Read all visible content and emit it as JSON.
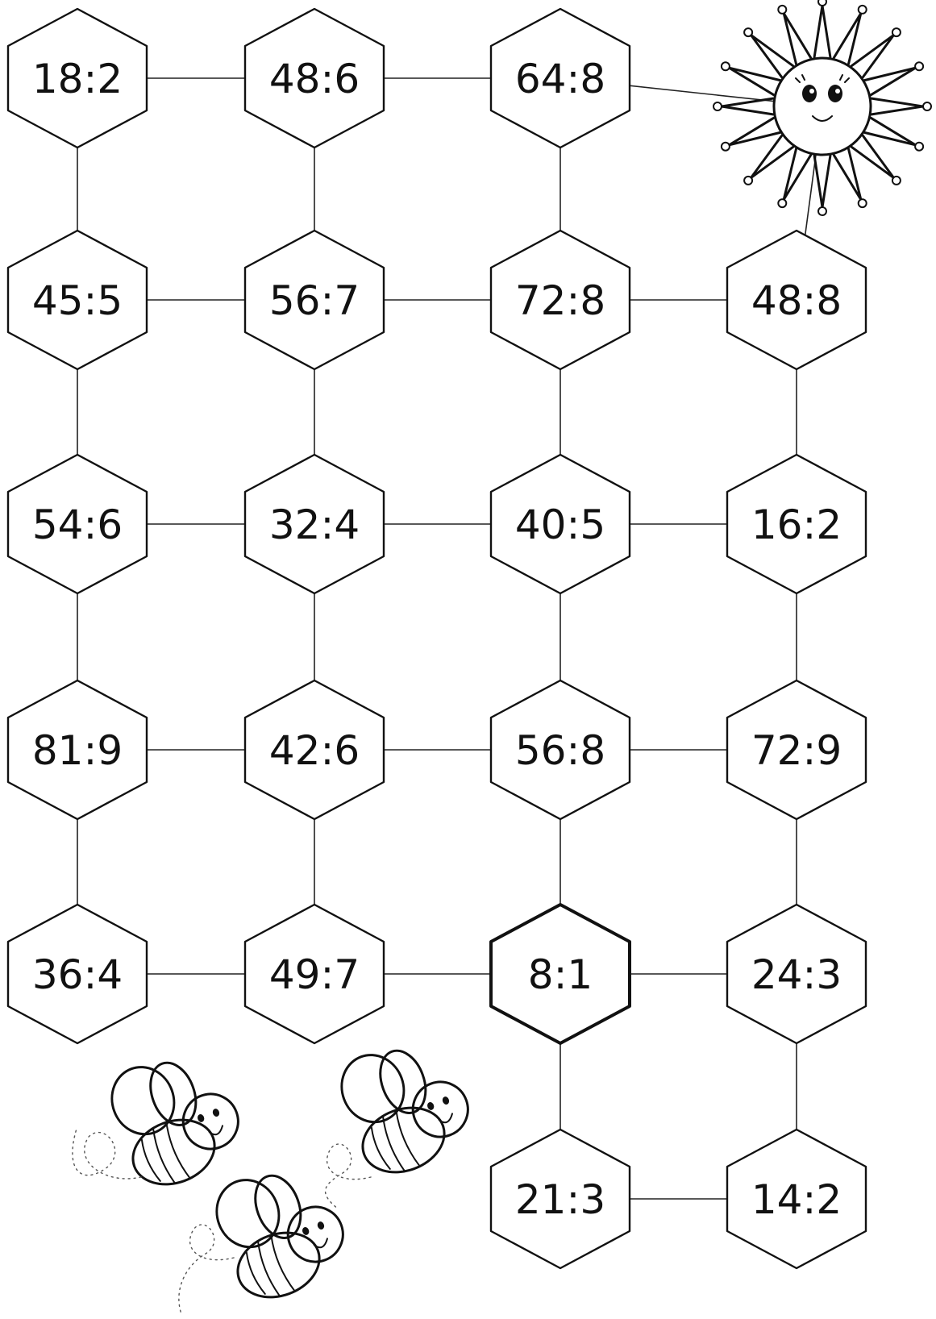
{
  "board": {
    "cells": [
      {
        "id": "r1c1",
        "text": "18:2"
      },
      {
        "id": "r1c2",
        "text": "48:6"
      },
      {
        "id": "r1c3",
        "text": "64:8"
      },
      {
        "id": "r2c1",
        "text": "45:5"
      },
      {
        "id": "r2c2",
        "text": "56:7"
      },
      {
        "id": "r2c3",
        "text": "72:8"
      },
      {
        "id": "r2c4",
        "text": "48:8"
      },
      {
        "id": "r3c1",
        "text": "54:6"
      },
      {
        "id": "r3c2",
        "text": "32:4"
      },
      {
        "id": "r3c3",
        "text": "40:5"
      },
      {
        "id": "r3c4",
        "text": "16:2"
      },
      {
        "id": "r4c1",
        "text": "81:9"
      },
      {
        "id": "r4c2",
        "text": "42:6"
      },
      {
        "id": "r4c3",
        "text": "56:8"
      },
      {
        "id": "r4c4",
        "text": "72:9"
      },
      {
        "id": "r5c1",
        "text": "36:4"
      },
      {
        "id": "r5c2",
        "text": "49:7"
      },
      {
        "id": "r5c3",
        "text": "8:1",
        "bold": true
      },
      {
        "id": "r5c4",
        "text": "24:3"
      },
      {
        "id": "r6c3",
        "text": "21:3"
      },
      {
        "id": "r6c4",
        "text": "14:2"
      }
    ],
    "connections": [
      [
        "r1c1",
        "r1c2"
      ],
      [
        "r1c2",
        "r1c3"
      ],
      [
        "r2c1",
        "r2c2"
      ],
      [
        "r2c2",
        "r2c3"
      ],
      [
        "r2c3",
        "r2c4"
      ],
      [
        "r3c1",
        "r3c2"
      ],
      [
        "r3c2",
        "r3c3"
      ],
      [
        "r3c3",
        "r3c4"
      ],
      [
        "r4c1",
        "r4c2"
      ],
      [
        "r4c2",
        "r4c3"
      ],
      [
        "r4c3",
        "r4c4"
      ],
      [
        "r5c1",
        "r5c2"
      ],
      [
        "r5c2",
        "r5c3"
      ],
      [
        "r5c3",
        "r5c4"
      ],
      [
        "r6c3",
        "r6c4"
      ],
      [
        "r1c1",
        "r2c1"
      ],
      [
        "r2c1",
        "r3c1"
      ],
      [
        "r3c1",
        "r4c1"
      ],
      [
        "r4c1",
        "r5c1"
      ],
      [
        "r1c2",
        "r2c2"
      ],
      [
        "r2c2",
        "r3c2"
      ],
      [
        "r3c2",
        "r4c2"
      ],
      [
        "r4c2",
        "r5c2"
      ],
      [
        "r1c3",
        "r2c3"
      ],
      [
        "r2c3",
        "r3c3"
      ],
      [
        "r3c3",
        "r4c3"
      ],
      [
        "r4c3",
        "r5c3"
      ],
      [
        "r5c3",
        "r6c3"
      ],
      [
        "r2c4",
        "r3c4"
      ],
      [
        "r3c4",
        "r4c4"
      ],
      [
        "r4c4",
        "r5c4"
      ],
      [
        "r5c4",
        "r6c4"
      ],
      [
        "r1c3",
        "sun"
      ],
      [
        "sun",
        "r2c4"
      ]
    ],
    "goal": "sun-icon",
    "decorations": [
      "bee-icon",
      "bee-icon",
      "bee-icon"
    ]
  }
}
